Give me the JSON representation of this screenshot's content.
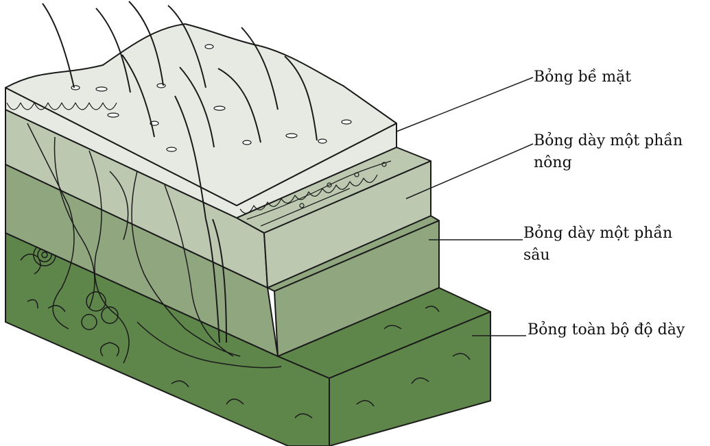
{
  "title": "Skin burn depth diagram",
  "labels": {
    "superficial": "Bỏng bề mặt",
    "superficial_partial_line1": "Bỏng dày một phần",
    "superficial_partial_line2": "nông",
    "deep_partial_line1": "Bỏng dày một phần",
    "deep_partial_line2": "sâu",
    "full_thickness": "Bỏng toàn bộ độ dày"
  },
  "colors": {
    "epidermis": "#e6eae2",
    "papillary_dermis": "#bcc8b0",
    "reticular_dermis": "#8fa67f",
    "subcutaneous": "#5e854a",
    "outline": "#1a1a1a"
  }
}
